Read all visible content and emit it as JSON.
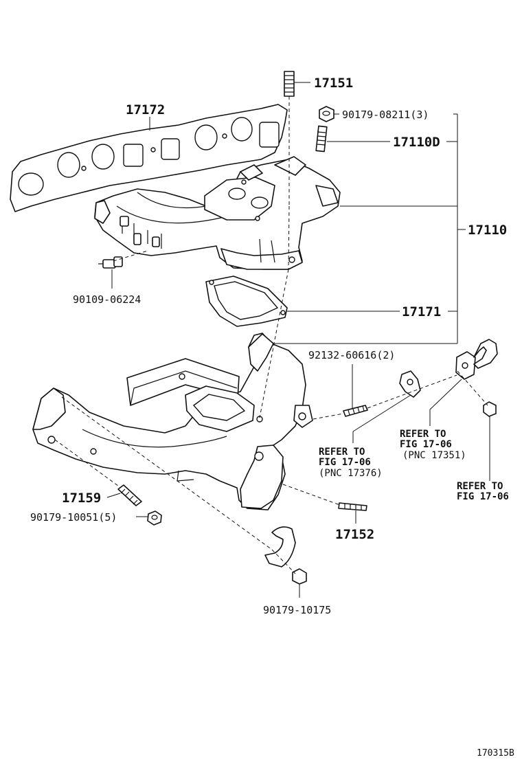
{
  "labels": {
    "p17151": "17151",
    "p17172": "17172",
    "p90179_08211": "90179-08211(3)",
    "p17110D": "17110D",
    "p17110": "17110",
    "p90109_06224": "90109-06224",
    "p17171": "17171",
    "p92132_60616": "92132-60616(2)",
    "ref1_line1": "REFER TO",
    "ref1_line2": "FIG 17-06",
    "ref1_line3": "(PNC 17376)",
    "ref2_line1": "REFER TO",
    "ref2_line2": "FIG 17-06",
    "ref2_line3": "(PNC 17351)",
    "ref3_line1": "REFER TO",
    "ref3_line2": "FIG 17-06",
    "p17159": "17159",
    "p90179_10051": "90179-10051(5)",
    "p17152": "17152",
    "p90179_10175": "90179-10175",
    "figure_code": "170315B"
  }
}
